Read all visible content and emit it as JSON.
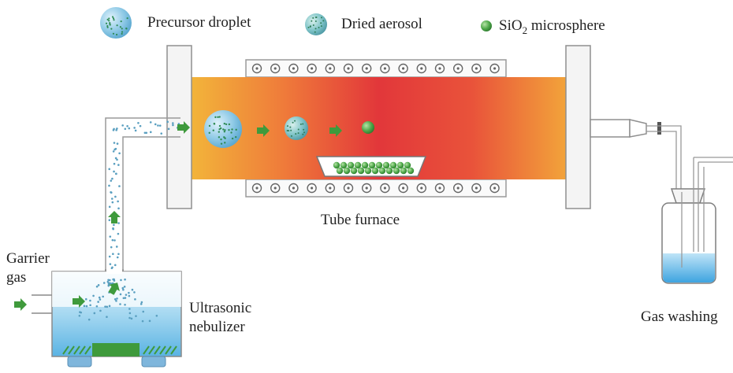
{
  "legend": {
    "precursor_droplet": "Precursor droplet",
    "dried_aerosol": "Dried aerosol",
    "sio2_prefix": "SiO",
    "sio2_sub": "2",
    "sio2_suffix": " microsphere"
  },
  "labels": {
    "tube_furnace": "Tube furnace",
    "carrier_gas_line1": "Garrier",
    "carrier_gas_line2": "gas",
    "nebulizer_line1": "Ultrasonic",
    "nebulizer_line2": "nebulizer",
    "gas_washing": "Gas washing"
  },
  "colors": {
    "furnace_yellow": "#f2b43a",
    "furnace_red": "#e2373a",
    "droplet_blue": "#8ec9e6",
    "liquid_blue": "#7cc4ec",
    "arrow_green": "#3f9a3c",
    "particle_green": "#4fa84a"
  }
}
